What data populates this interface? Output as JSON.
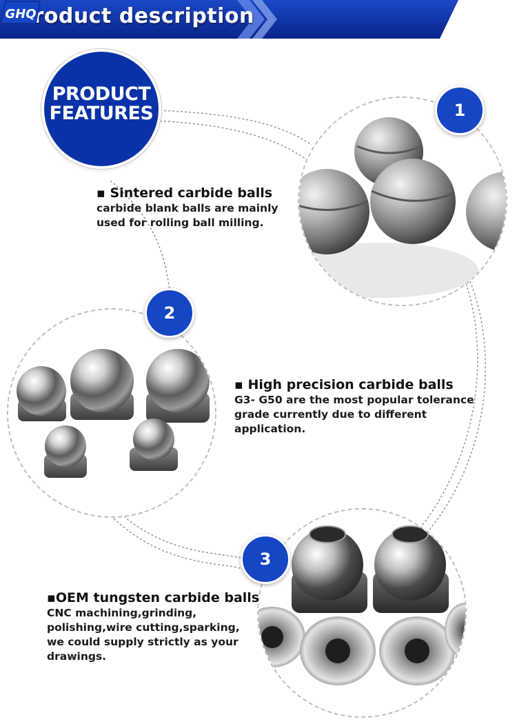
{
  "header": {
    "title": "Product description",
    "logo_text": "GHQ"
  },
  "colors": {
    "header_blue": "#0a2f9e",
    "accent_blue": "#1546c4",
    "text": "#111111"
  },
  "badge": {
    "line1": "PRODUCT",
    "line2": "FEATURES"
  },
  "features": [
    {
      "number": "1",
      "title": "▪ Sintered carbide balls",
      "desc": [
        "carbide blank balls are mainly",
        "used for rolling ball milling."
      ],
      "image": "sintered-carbide-balls-photo"
    },
    {
      "number": "2",
      "title": "▪ High precision carbide balls",
      "desc": [
        "G3- G50 are the most popular tolerance",
        "grade currently due to different",
        "application."
      ],
      "image": "high-precision-carbide-balls-photo"
    },
    {
      "number": "3",
      "title": "▪OEM tungsten carbide balls",
      "desc": [
        "CNC machining,grinding,",
        "polishing,wire cutting,sparking,",
        "we could supply strictly as your",
        "drawings."
      ],
      "image": "oem-tungsten-carbide-balls-photo"
    }
  ]
}
